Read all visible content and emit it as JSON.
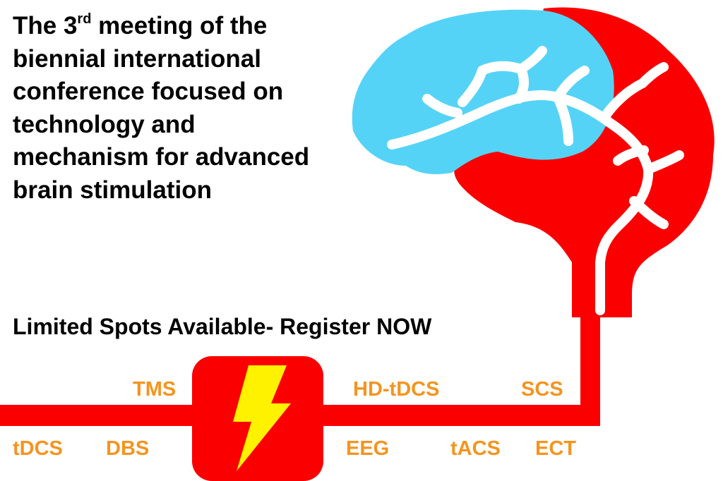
{
  "headline": {
    "pre": "The 3",
    "ordinal": "rd",
    "post": " meeting of the biennial international conference focused on technology and mechanism for advanced brain stimulation"
  },
  "cta": "Limited Spots Available- Register NOW",
  "techniques": {
    "tms": "TMS",
    "tdcs": "tDCS",
    "dbs": "DBS",
    "hd_tdcs": "HD-tDCS",
    "scs": "SCS",
    "eeg": "EEG",
    "tacs": "tACS",
    "ect": "ECT"
  },
  "colors": {
    "red": "#fb0000",
    "blue": "#55d3f7",
    "orange": "#f5941f",
    "yellow": "#fff200"
  },
  "icons": {
    "brain": "brain-icon",
    "bolt": "lightning-bolt-icon"
  }
}
